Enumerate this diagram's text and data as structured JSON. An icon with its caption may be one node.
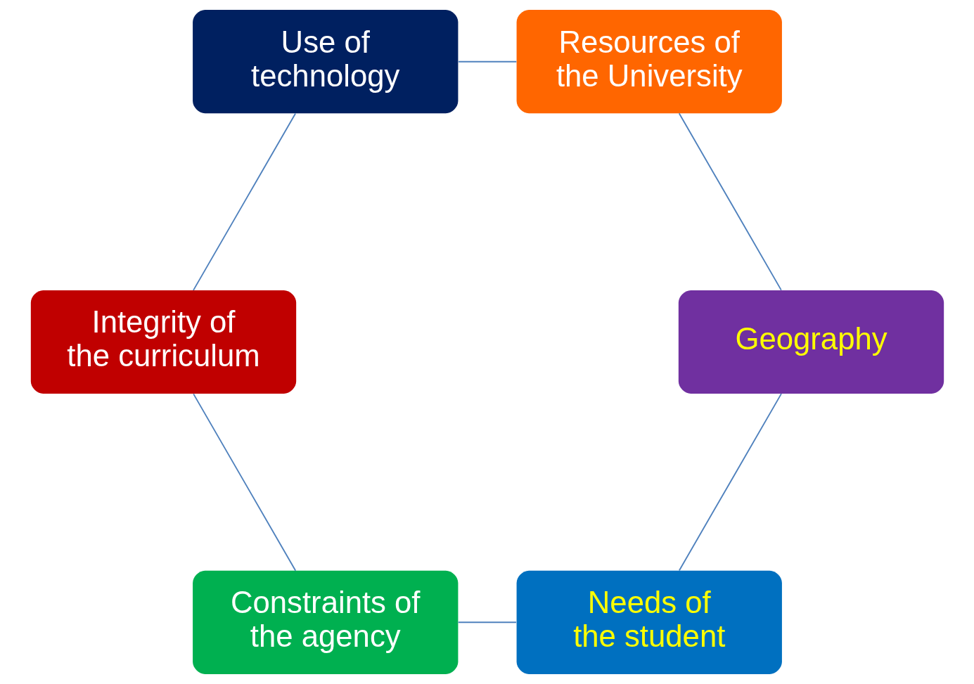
{
  "diagram": {
    "nodes": [
      {
        "text": [
          "Needs of the student"
        ]
      },
      {
        "text": [
          "Constraints of the agency"
        ]
      },
      {
        "text": [
          "Integrity of the curriculum"
        ]
      },
      {
        "text": [
          "Use of technology"
        ]
      },
      {
        "text": [
          "Resources of the University"
        ]
      },
      {
        "text": [
          "Geography"
        ]
      }
    ],
    "edges": [
      {
        "from": 0,
        "to": 1,
        "arrow": "none"
      },
      {
        "from": 1,
        "to": 2,
        "arrow": "none"
      },
      {
        "from": 2,
        "to": 3,
        "arrow": "none"
      },
      {
        "from": 3,
        "to": 4,
        "arrow": "none"
      },
      {
        "from": 4,
        "to": 5,
        "arrow": "none"
      },
      {
        "from": 5,
        "to": 0,
        "arrow": "none"
      }
    ]
  }
}
